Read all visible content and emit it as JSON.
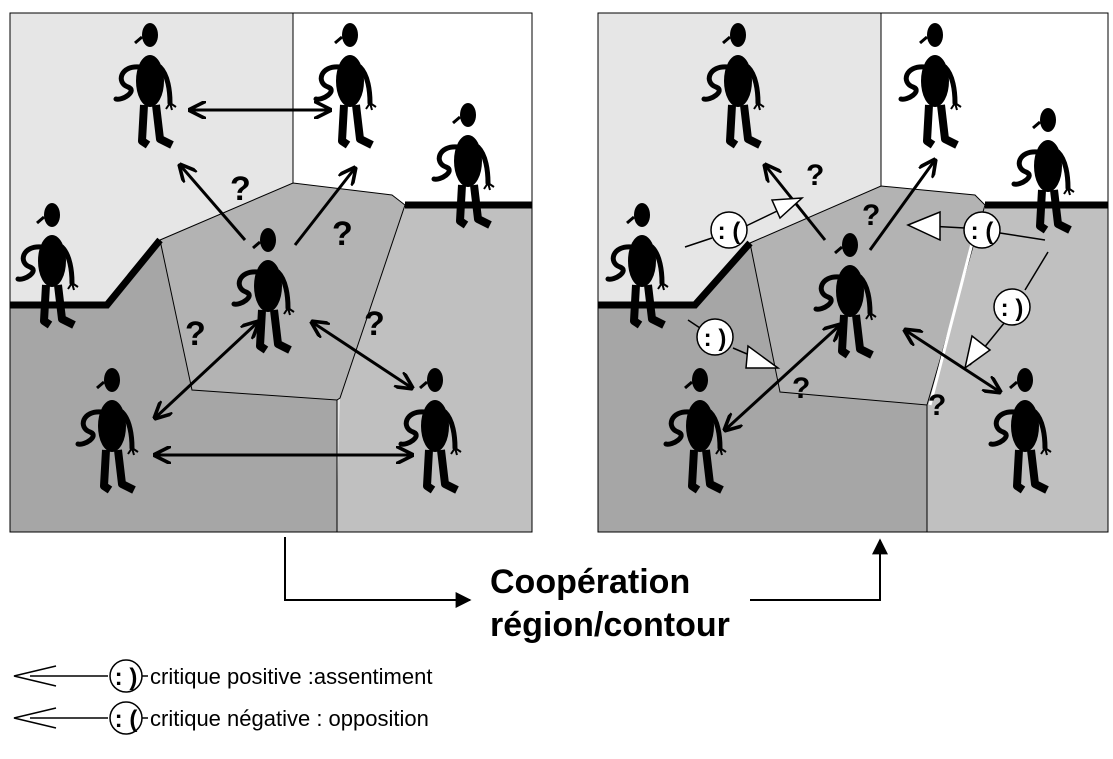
{
  "diagram": {
    "title_line1": "Coopération",
    "title_line2": "région/contour",
    "legend": {
      "positive": {
        "face": ": )",
        "text": "critique positive :assentiment"
      },
      "negative": {
        "face": ": (",
        "text": "critique négative : opposition"
      }
    },
    "question_mark": "?",
    "colors": {
      "light_region": "#e6e6e6",
      "mid_region": "#c0c0c0",
      "dark_region": "#a6a6a6",
      "center_region": "#b3b3b3",
      "white_region": "#ffffff",
      "figure": "#000000",
      "border": "#000000"
    }
  }
}
